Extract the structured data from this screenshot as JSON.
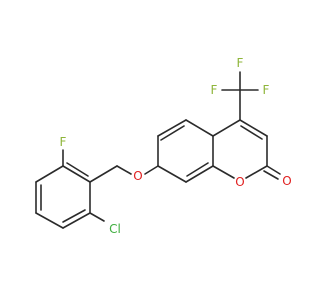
{
  "molecule": {
    "atom_labels": {
      "F_top": "F",
      "F_left": "F",
      "F_right": "F",
      "F_aryl": "F",
      "Cl": "Cl",
      "O_ether": "O",
      "O_ring": "O",
      "O_carbonyl": "O"
    },
    "colors": {
      "bond": "#2b2b2b",
      "fluorine": "#8eb53a",
      "chlorine": "#3fae3f",
      "oxygen": "#e02020"
    }
  }
}
